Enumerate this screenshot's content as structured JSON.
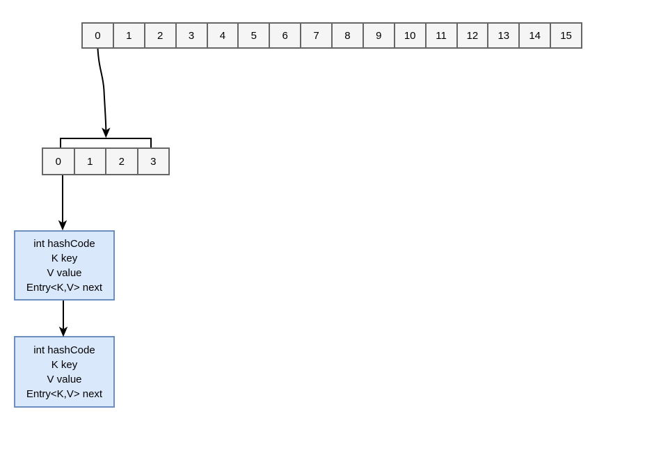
{
  "colors": {
    "background": "#ffffff",
    "cell_fill": "#f5f5f5",
    "cell_border": "#666666",
    "entry_fill": "#dae8fc",
    "entry_border": "#6c8ebf",
    "connector": "#000000",
    "text": "#000000"
  },
  "bucket_array": {
    "cells": [
      "0",
      "1",
      "2",
      "3",
      "4",
      "5",
      "6",
      "7",
      "8",
      "9",
      "10",
      "11",
      "12",
      "13",
      "14",
      "15"
    ]
  },
  "inner_array": {
    "cells": [
      "0",
      "1",
      "2",
      "3"
    ]
  },
  "entry_nodes": [
    {
      "fields": [
        "int hashCode",
        "K key",
        "V value",
        "Entry<K,V> next"
      ]
    },
    {
      "fields": [
        "int hashCode",
        "K key",
        "V value",
        "Entry<K,V> next"
      ]
    }
  ]
}
